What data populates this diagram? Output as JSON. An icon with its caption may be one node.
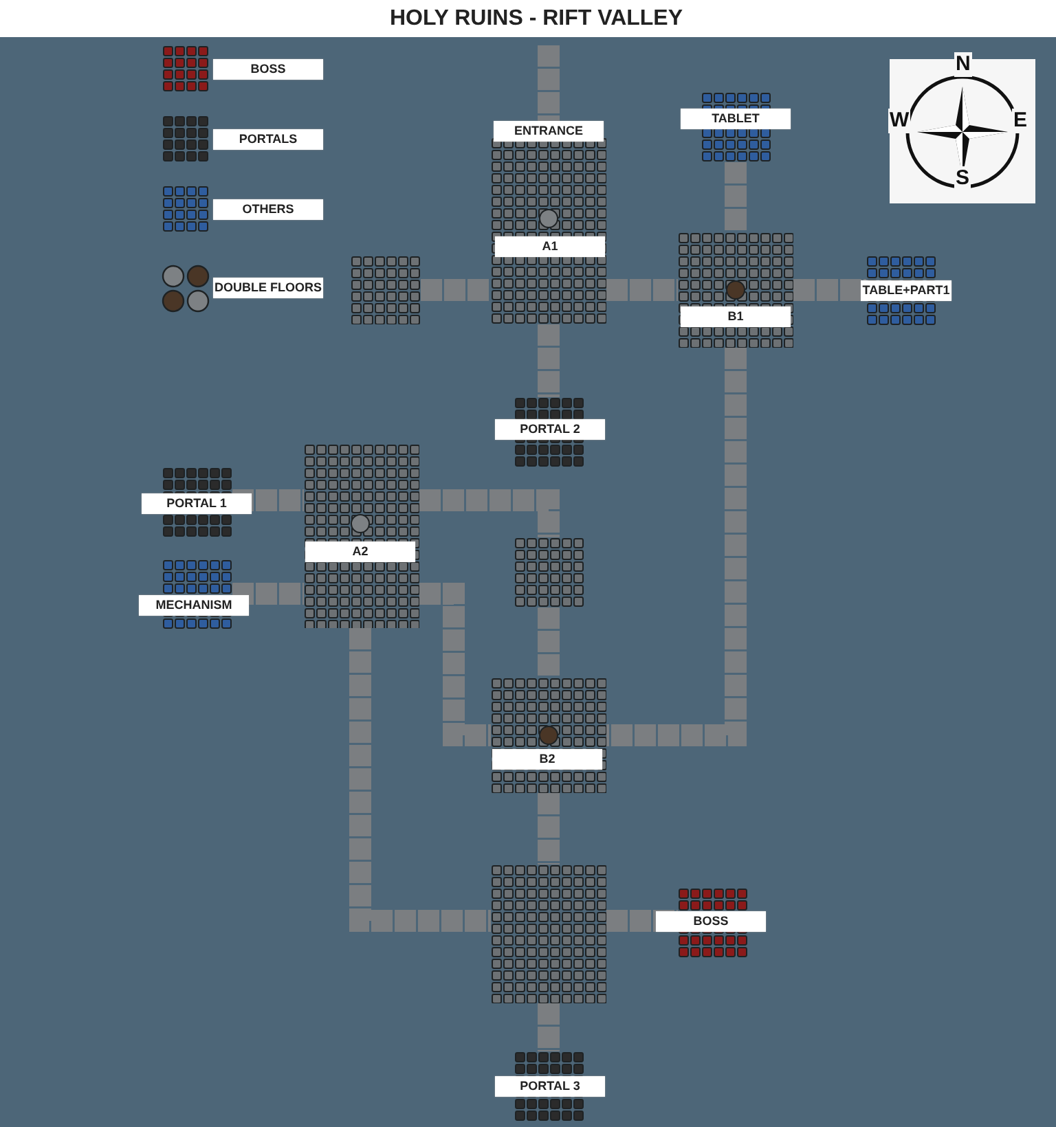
{
  "diagram": {
    "title": "HOLY RUINS - RIFT VALLEY",
    "nodes": [
      {
        "text": [
          "ENTRANCE",
          "A1"
        ]
      },
      {
        "text": [],
        "shape": "box"
      },
      {
        "text": [
          "TABLET"
        ]
      },
      {
        "text": [
          "B1"
        ]
      },
      {
        "text": [
          "TABLE+PART1"
        ]
      },
      {
        "text": [
          "PORTAL 2"
        ]
      },
      {
        "text": [
          "PORTAL 1"
        ]
      },
      {
        "text": [
          "A2"
        ]
      },
      {
        "text": [
          "MECHANISM"
        ]
      },
      {
        "text": [],
        "shape": "box"
      },
      {
        "text": [
          "B2"
        ]
      },
      {
        "text": [],
        "shape": "box"
      },
      {
        "text": [
          "BOSS"
        ]
      },
      {
        "text": [
          "PORTAL 3"
        ]
      }
    ],
    "edges": [
      {
        "from": null,
        "to": 0,
        "arrow": "none"
      },
      {
        "from": 1,
        "to": 0,
        "arrow": "none"
      },
      {
        "from": 2,
        "to": 3,
        "arrow": "none"
      },
      {
        "from": 0,
        "to": 3,
        "arrow": "none"
      },
      {
        "from": 3,
        "to": 4,
        "arrow": "none"
      },
      {
        "from": 0,
        "to": 5,
        "arrow": "none"
      },
      {
        "from": 3,
        "to": 10,
        "arrow": "none"
      },
      {
        "from": 6,
        "to": 7,
        "arrow": "none"
      },
      {
        "from": 7,
        "to": 9,
        "arrow": "none"
      },
      {
        "from": 8,
        "to": 7,
        "arrow": "none"
      },
      {
        "from": 7,
        "to": 10,
        "arrow": "none"
      },
      {
        "from": 9,
        "to": 10,
        "arrow": "none"
      },
      {
        "from": 7,
        "to": 11,
        "arrow": "none"
      },
      {
        "from": 10,
        "to": 11,
        "arrow": "none"
      },
      {
        "from": 11,
        "to": 12,
        "arrow": "none"
      },
      {
        "from": 11,
        "to": 13,
        "arrow": "none"
      }
    ],
    "labels": [
      "N",
      "W",
      "E",
      "S"
    ],
    "legend": [
      {
        "text": "BOSS",
        "color": "#8b1a1a"
      },
      {
        "text": "PORTALS",
        "color": "#2b2b2b"
      },
      {
        "text": "OTHERS",
        "color": "#2f5d9e"
      },
      {
        "text": "DOUBLE FLOORS"
      }
    ]
  }
}
